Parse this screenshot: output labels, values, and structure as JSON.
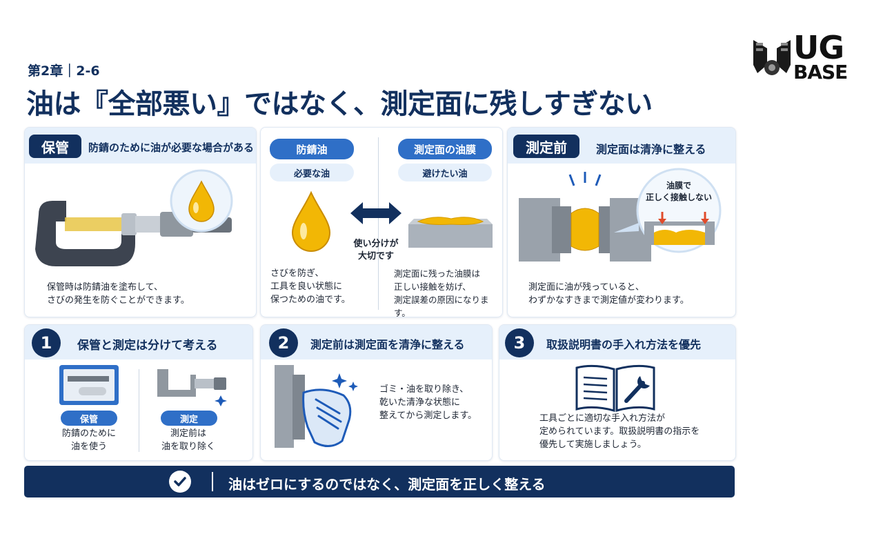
{
  "header": {
    "chapter": "第2章｜2-6",
    "title": "油は『全部悪い』ではなく、測定面に残しすぎない"
  },
  "logo": {
    "line1": "UG",
    "line2": "BASE"
  },
  "panel_storage": {
    "badge": "保管",
    "heading": "防錆のために油が必要な場合がある",
    "caption": "保管時は防錆油を塗布して、\nさびの発生を防ぐことができます。"
  },
  "panel_compare": {
    "left_title": "防錆油",
    "left_sub": "必要な油",
    "right_title": "測定面の油膜",
    "right_sub": "避けたい油",
    "center_label": "使い分けが\n大切です",
    "left_caption": "さびを防ぎ、\n工具を良い状態に\n保つための油です。",
    "right_caption": "測定面に残った油膜は\n正しい接触を妨げ、\n測定誤差の原因になります。"
  },
  "panel_before": {
    "badge": "測定前",
    "heading": "測定面は清浄に整える",
    "bubble": "油膜で\n正しく接触しない",
    "caption": "測定面に油が残っていると、\nわずかなすきまで測定値が変わります。"
  },
  "steps": [
    {
      "num": "1",
      "heading": "保管と測定は分けて考える",
      "left_pill": "保管",
      "left_caption": "防錆のために\n油を使う",
      "right_pill": "測定",
      "right_caption": "測定前は\n油を取り除く"
    },
    {
      "num": "2",
      "heading": "測定前は測定面を清浄に整える",
      "caption": "ゴミ・油を取り除き、\n乾いた清浄な状態に\n整えてから測定します。"
    },
    {
      "num": "3",
      "heading": "取扱説明書の手入れ方法を優先",
      "caption": "工具ごとに適切な手入れ方法が\n定められています。取扱説明書の指示を\n優先して実施しましょう。"
    }
  ],
  "footer": {
    "message": "油はゼロにするのではなく、測定面を正しく整える"
  },
  "colors": {
    "navy": "#12305e",
    "blue": "#2f6fc7",
    "light_band": "#e6f0fb",
    "oil": "#f2b705"
  }
}
